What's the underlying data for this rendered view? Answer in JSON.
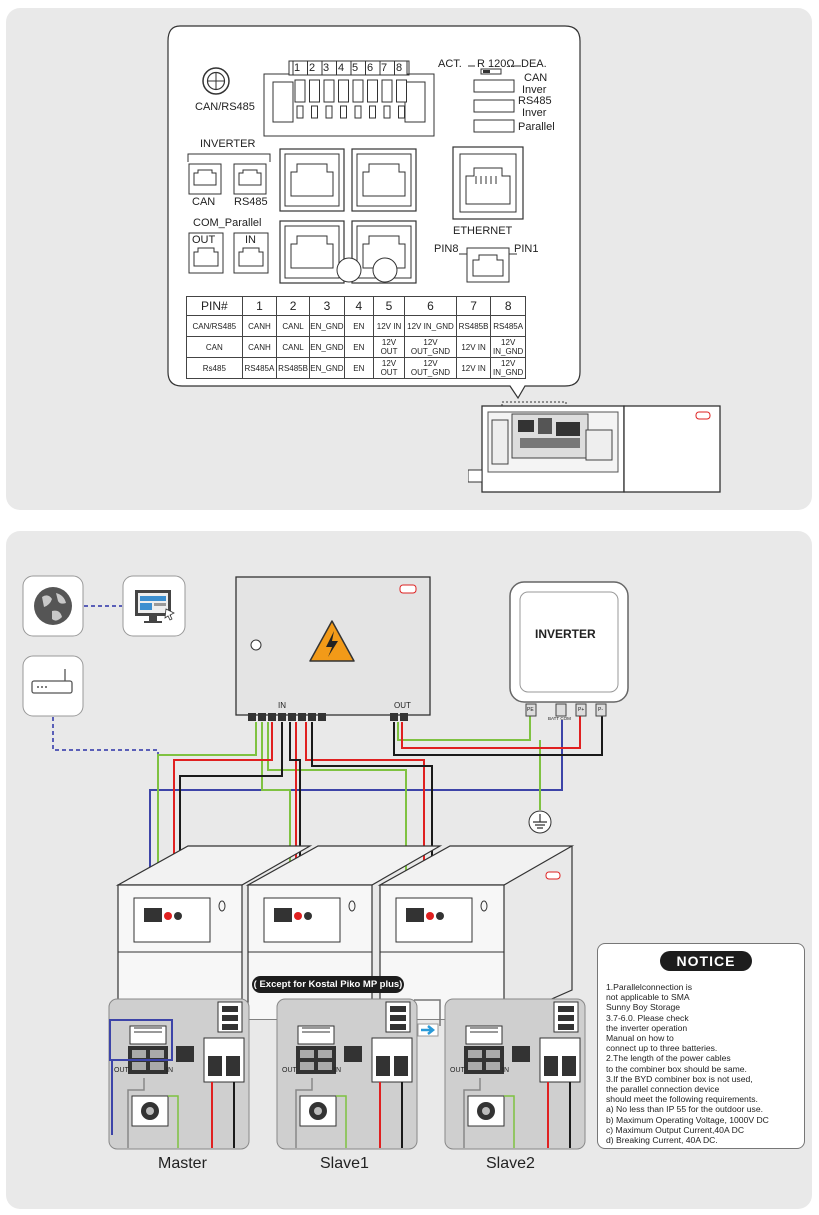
{
  "top": {
    "connector_pins": [
      "1",
      "2",
      "3",
      "4",
      "5",
      "6",
      "7",
      "8"
    ],
    "can_rs485_label": "CAN/RS485",
    "inverter_label": "INVERTER",
    "can_label": "CAN",
    "rs485_label": "RS485",
    "com_parallel_label": "COM_Parallel",
    "out_label": "OUT",
    "in_label": "IN",
    "act_label": "ACT.",
    "r120_label": "R 120Ω",
    "dea_label": "DEA.",
    "switch_labels": {
      "can_inver_1": "CAN",
      "can_inver_2": "Inver",
      "rs485_inver_1": "RS485",
      "rs485_inver_2": "Inver",
      "parallel": "Parallel"
    },
    "ethernet_label": "ETHERNET",
    "pin8_label": "PIN8",
    "pin1_label": "PIN1",
    "pin_table": {
      "headers": [
        "PIN#",
        "1",
        "2",
        "3",
        "4",
        "5",
        "6",
        "7",
        "8"
      ],
      "rows": [
        {
          "c0": "CAN/RS485",
          "c1": "CANH",
          "c2": "CANL",
          "c3": "EN_GND",
          "c4": "EN",
          "c5": "12V IN",
          "c6": "12V IN_GND",
          "c7": "RS485B",
          "c8": "RS485A"
        },
        {
          "c0": "CAN",
          "c1": "CANH",
          "c2": "CANL",
          "c3": "EN_GND",
          "c4": "EN",
          "c5": "12V OUT",
          "c6a": "12V",
          "c6b": "OUT_GND",
          "c7": "12V IN",
          "c8a": "12V",
          "c8b": "IN_GND"
        },
        {
          "c0": "Rs485",
          "c1": "RS485A",
          "c2": "RS485B",
          "c3": "EN_GND",
          "c4": "EN",
          "c5": "12V OUT",
          "c6a": "12V",
          "c6b": "OUT_GND",
          "c7": "12V IN",
          "c8a": "12V",
          "c8b": "IN_GND"
        }
      ]
    }
  },
  "bottom": {
    "combiner_in_label": "IN",
    "combiner_out_label": "OUT",
    "inverter_title": "INVERTER",
    "inverter_port_pe": "PE",
    "inverter_port_battcom": "BATT COM",
    "inverter_port_pplus": "P+",
    "inverter_port_pminus": "P-",
    "callout": "( Except for Kostal Piko MP plus)",
    "module_out": "OUT",
    "module_in": "IN",
    "captions": {
      "master": "Master",
      "slave1": "Slave1",
      "slave2": "Slave2"
    },
    "notice": {
      "title": "NOTICE",
      "lines": [
        "1.Parallelconnection is",
        "   not applicable to SMA",
        "   Sunny Boy Storage",
        "   3.7-6.0. Please check",
        "   the inverter operation",
        "   Manual on how to",
        "   connect up to three batteries.",
        "2.The length of the power cables",
        "   to the combiner box should be same.",
        "3.If the BYD combiner box is not used,",
        "   the parallel connection device",
        "   should meet the following requirements.",
        "   a)  No less than IP 55 for the outdoor use.",
        "   b)  Maximum Operating Voltage, 1000V DC",
        "   c)  Maximum Output Current,40A DC",
        "   d)  Breaking Current, 40A DC."
      ]
    },
    "colors": {
      "green": "#7fc241",
      "red": "#e02020",
      "black": "#1a1a1a",
      "blue": "#3d44a8",
      "gray": "#9a9a9a",
      "dashed_blue": "#5a5fb8"
    }
  }
}
